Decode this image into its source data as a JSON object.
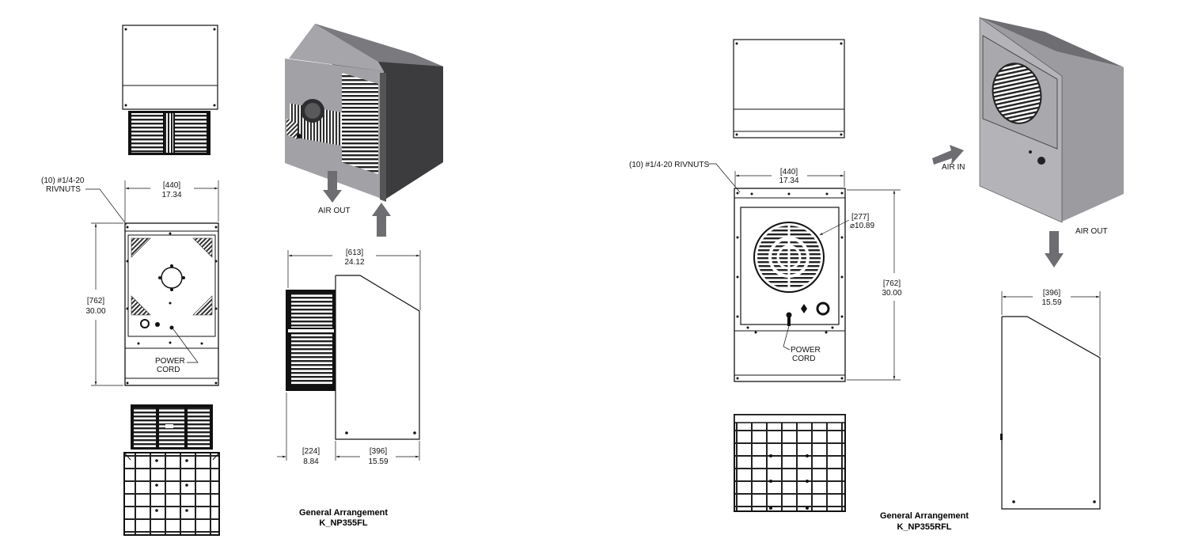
{
  "left": {
    "callouts": {
      "rivnuts_line1": "(10) #1/4-20",
      "rivnuts_line2": "RIVNUTS",
      "power_cord_line1": "POWER",
      "power_cord_line2": "CORD",
      "air_out": "AIR OUT"
    },
    "dimensions": {
      "width_mm": "[440]",
      "width_in": "17.34",
      "height_mm": "[762]",
      "height_in": "30.00",
      "depth_total_mm": "[613]",
      "depth_total_in": "24.12",
      "depth_out_mm": "[224]",
      "depth_out_in": "8.84",
      "depth_in_mm": "[396]",
      "depth_in_in": "15.59"
    },
    "caption": {
      "line1": "General Arrangement",
      "line2": "K_NP355FL"
    }
  },
  "right": {
    "callouts": {
      "rivnuts": "(10) #1/4-20 RIVNUTS",
      "power_cord_line1": "POWER",
      "power_cord_line2": "CORD",
      "air_in": "AIR IN",
      "air_out": "AIR OUT"
    },
    "dimensions": {
      "width_mm": "[440]",
      "width_in": "17.34",
      "fan_mm": "[277]",
      "fan_in": "⌀10.89",
      "height_mm": "[762]",
      "height_in": "30.00",
      "depth_mm": "[396]",
      "depth_in": "15.59"
    },
    "caption": {
      "line1": "General Arrangement",
      "line2": "K_NP355RFL"
    }
  }
}
